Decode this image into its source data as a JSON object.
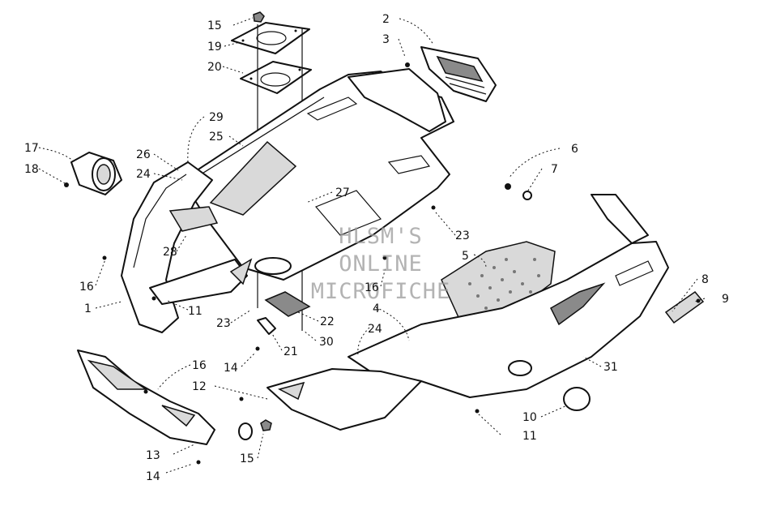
{
  "watermark": {
    "line1": "HLSM'S",
    "line2": "ONLINE",
    "line3": "MICROFICHE"
  },
  "callouts": [
    {
      "id": "c15a",
      "text": "15"
    },
    {
      "id": "c19",
      "text": "19"
    },
    {
      "id": "c20",
      "text": "20"
    },
    {
      "id": "c2",
      "text": "2"
    },
    {
      "id": "c3",
      "text": "3"
    },
    {
      "id": "c29",
      "text": "29"
    },
    {
      "id": "c25",
      "text": "25"
    },
    {
      "id": "c17",
      "text": "17"
    },
    {
      "id": "c18",
      "text": "18"
    },
    {
      "id": "c26",
      "text": "26"
    },
    {
      "id": "c24a",
      "text": "24"
    },
    {
      "id": "c6",
      "text": "6"
    },
    {
      "id": "c7",
      "text": "7"
    },
    {
      "id": "c27",
      "text": "27"
    },
    {
      "id": "c23a",
      "text": "23"
    },
    {
      "id": "c28",
      "text": "28"
    },
    {
      "id": "c5",
      "text": "5"
    },
    {
      "id": "c16a",
      "text": "16"
    },
    {
      "id": "c1",
      "text": "1"
    },
    {
      "id": "c11a",
      "text": "11"
    },
    {
      "id": "c16b",
      "text": "16"
    },
    {
      "id": "c4",
      "text": "4"
    },
    {
      "id": "c8",
      "text": "8"
    },
    {
      "id": "c9",
      "text": "9"
    },
    {
      "id": "c23b",
      "text": "23"
    },
    {
      "id": "c22",
      "text": "22"
    },
    {
      "id": "c24b",
      "text": "24"
    },
    {
      "id": "c30",
      "text": "30"
    },
    {
      "id": "c21",
      "text": "21"
    },
    {
      "id": "c14a",
      "text": "14"
    },
    {
      "id": "c31",
      "text": "31"
    },
    {
      "id": "c16c",
      "text": "16"
    },
    {
      "id": "c12",
      "text": "12"
    },
    {
      "id": "c10",
      "text": "10"
    },
    {
      "id": "c11b",
      "text": "11"
    },
    {
      "id": "c13",
      "text": "13"
    },
    {
      "id": "c15b",
      "text": "15"
    },
    {
      "id": "c14b",
      "text": "14"
    }
  ]
}
